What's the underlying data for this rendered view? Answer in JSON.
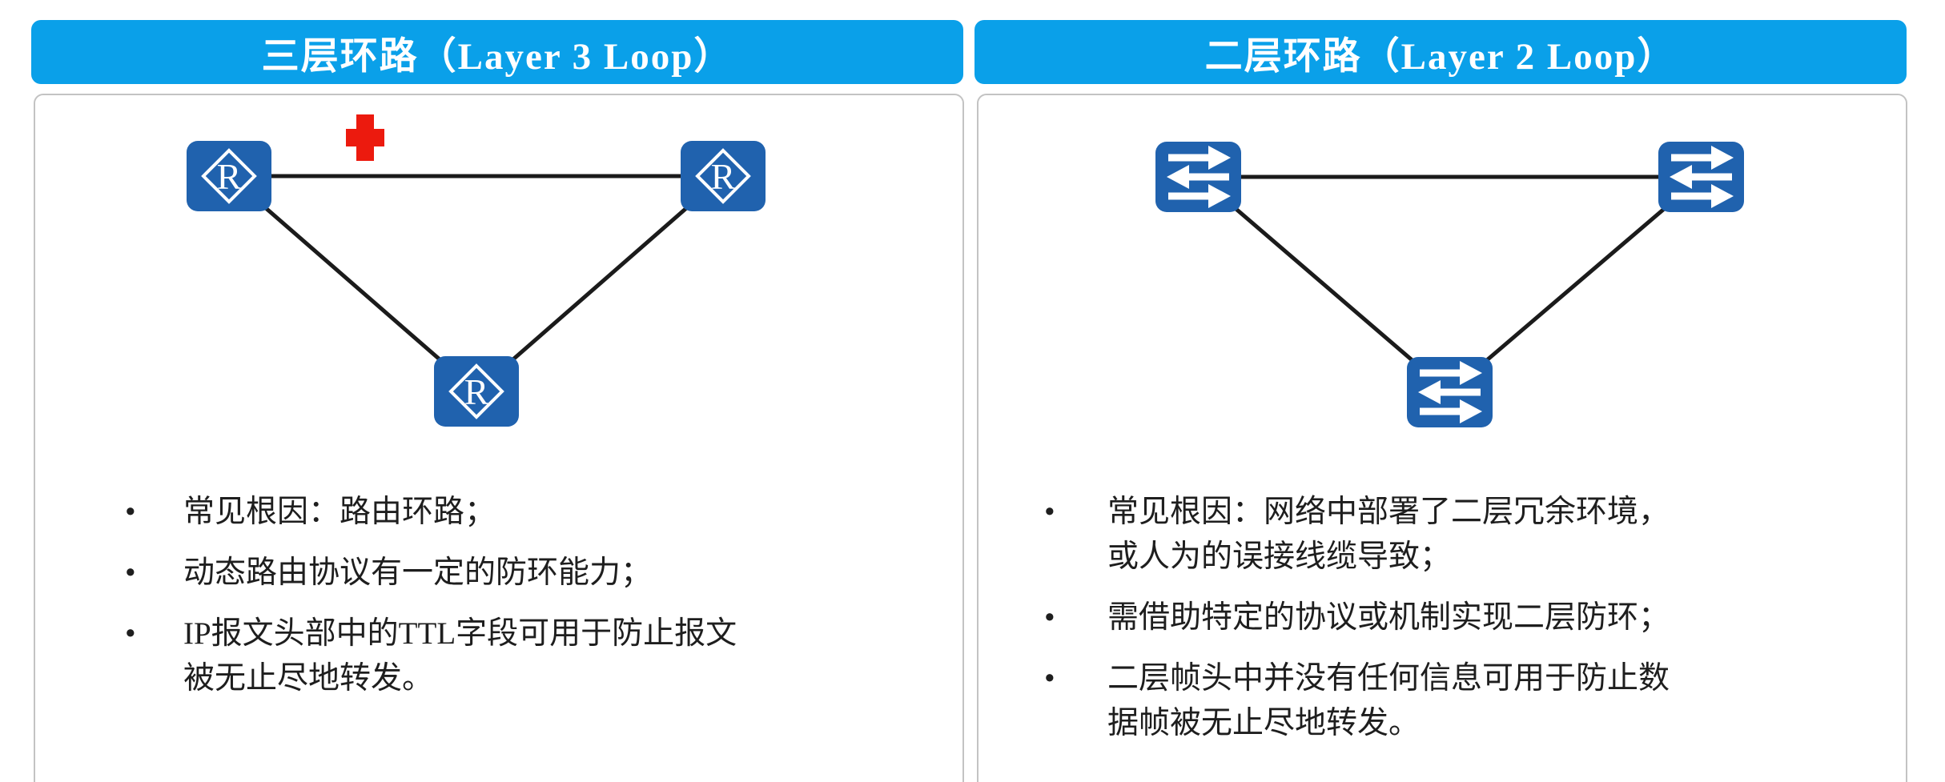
{
  "colors": {
    "header_blue": "#0aa0e9",
    "node_blue": "#2062ae",
    "link_black": "#1b1b1b",
    "blocked_cross_red": "#ec1a0e",
    "card_border_gray": "#c3c3c3",
    "body_text": "#1e1e1e",
    "header_text": "#ffffff"
  },
  "left_panel": {
    "title": "三层环路（Layer 3 Loop）",
    "device_type": "router",
    "router_glyph": "R",
    "bullet_marker": "•",
    "bullets": [
      "常见根因：路由环路；",
      "动态路由协议有一定的防环能力；",
      "IP报文头部中的TTL字段可用于防止报文\n被无止尽地转发。"
    ]
  },
  "right_panel": {
    "title": "二层环路（Layer 2 Loop）",
    "device_type": "switch",
    "bullet_marker": "•",
    "bullets": [
      "常见根因：网络中部署了二层冗余环境，\n或人为的误接线缆导致；",
      "需借助特定的协议或机制实现二层防环；",
      "二层帧头中并没有任何信息可用于防止数\n据帧被无止尽地转发。"
    ]
  }
}
